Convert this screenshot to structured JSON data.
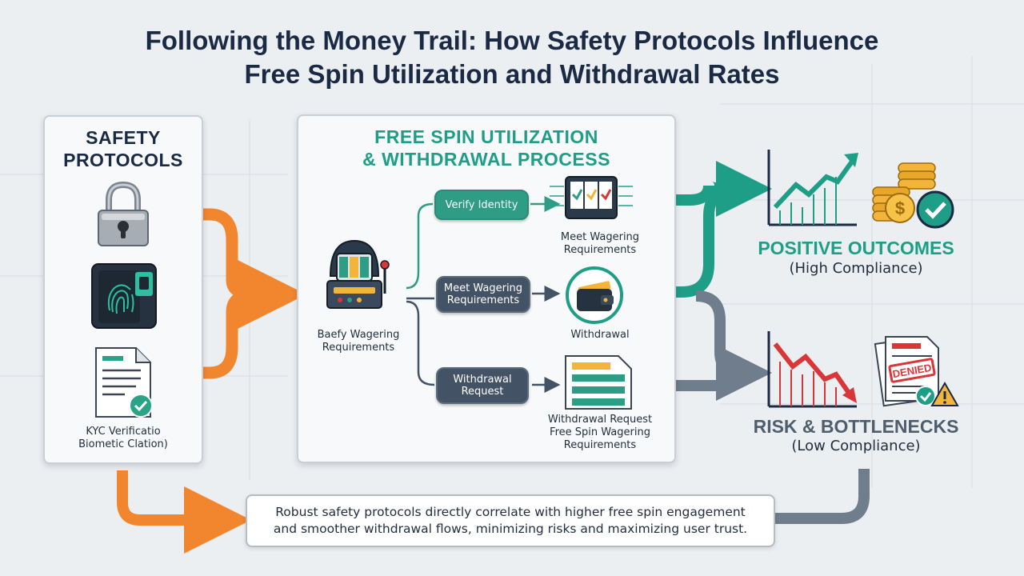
{
  "title": {
    "line1": "Following the Money Trail: How Safety Protocols Influence",
    "line2": "Free Spin Utilization and Withdrawal Rates"
  },
  "safety_panel": {
    "heading_line1": "SAFETY",
    "heading_line2": "PROTOCOLS",
    "caption_line1": "KYC Verificatio",
    "caption_line2": "Biometic Clation)",
    "icons": [
      "padlock-icon",
      "fingerprint-scanner-icon",
      "kyc-document-icon"
    ]
  },
  "process_panel": {
    "heading_line1": "FREE SPIN UTILIZATION",
    "heading_line2": "& WITHDRAWAL PROCESS",
    "slot_caption_line1": "Baefy Wagering",
    "slot_caption_line2": "Requirements",
    "pills": {
      "verify": "Verify Identity",
      "wagering_line1": "Meet Wagering",
      "wagering_line2": "Requirements",
      "withdrawal_line1": "Withdrawal",
      "withdrawal_line2": "Request"
    },
    "results": {
      "top_line1": "Meet Wagering",
      "top_line2": "Requirements",
      "middle": "Withdrawal",
      "bottom_line1": "Withdrawal Request",
      "bottom_line2": "Free Spin Wagering",
      "bottom_line3": "Requirements"
    }
  },
  "outcomes": {
    "positive_title": "POSITIVE OUTCOMES",
    "positive_sub": "(High Compliance)",
    "risk_title": "RISK & BOTTLENECKS",
    "risk_sub": "(Low Compliance)",
    "denied_stamp": "DENIED"
  },
  "footer": {
    "line1": "Robust safety protocols directly correlate with higher free spin engagement",
    "line2": "and smoother withdrawal flows, minimizing risks and maximizing user trust."
  },
  "colors": {
    "orange": "#f2862f",
    "teal": "#1f9e87",
    "slate": "#6f7d8c",
    "navy": "#1b2a44",
    "red": "#d9363a"
  }
}
